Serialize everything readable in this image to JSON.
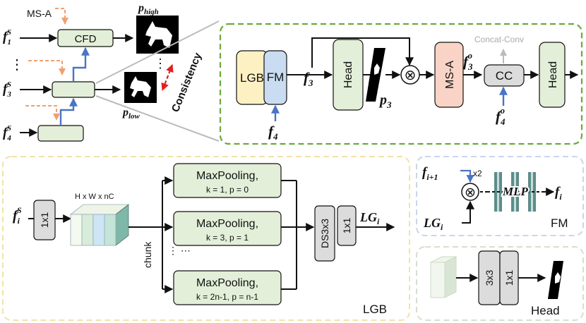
{
  "top_left": {
    "ms_a_label": "MS-A",
    "cfd_label": "CFD",
    "f1_label": "f",
    "f1_sub": "1",
    "f1_sup": "S",
    "f3_label": "f",
    "f3_sub": "3",
    "f3_sup": "S",
    "f4_label": "f",
    "f4_sub": "4",
    "f4_sup": "S",
    "ellipsis": "⋮",
    "p_high": "p",
    "p_high_sub": "high",
    "p_low": "p",
    "p_low_sub": "low",
    "consistency": "Consistency",
    "ellipsis2": "⋮"
  },
  "cfd_detail": {
    "lgb_label": "LGB",
    "fm_label": "FM",
    "f3_label": "f",
    "f3_sub": "3",
    "head_label": "Head",
    "p3_label": "p",
    "p3_sub": "3",
    "times": "⊗",
    "msa_label": "MS-A",
    "f3o_label": "f",
    "f3o_sub": "3",
    "f3o_sup": "o",
    "concat_conv": "Concat-Conv",
    "cc_label": "CC",
    "head2_label": "Head",
    "f4_label": "f",
    "f4_sub": "4",
    "f4o_label": "f",
    "f4o_sub": "4",
    "f4o_sup": "o"
  },
  "lgb": {
    "fi_label": "f",
    "fi_sub": "i",
    "fi_sup": "S",
    "conv1": "1x1",
    "tensor_label": "H x W x nC",
    "chunk": "chunk",
    "mp1_title": "MaxPooling,",
    "mp1_params": "k = 1, p = 0",
    "mp2_title": "MaxPooling,",
    "mp2_params": "k = 3, p = 1",
    "mp3_title": "MaxPooling,",
    "mp3_params": "k = 2n-1, p = n-1",
    "dots": "⋮ ⋯",
    "ds": "DS3x3",
    "conv2": "1x1",
    "lg_label": "LG",
    "lg_sub": "i",
    "name": "LGB"
  },
  "fm": {
    "fi1_label": "f",
    "fi1_sub": "i+1",
    "x2": "x2",
    "times": "⊗",
    "mlp": "MLP",
    "fi_label": "f",
    "fi_sub": "i",
    "lg_label": "LG",
    "lg_sub": "i",
    "name": "FM"
  },
  "head": {
    "conv3": "3x3",
    "conv1": "1x1",
    "name": "Head"
  },
  "colors": {
    "green_dash": "#6aaa3a",
    "yellow_dash": "#f2e2a8",
    "blue_dash": "#c9d6ea",
    "gray_dash": "#d6dfcf",
    "box_green": "#e3efd8",
    "box_yellow": "#fdf0c2",
    "box_blue": "#c9dcf1",
    "box_pink": "#f9d3c6",
    "box_gray": "#dcdcdc",
    "arrow_blue": "#4a74c4",
    "arrow_orange": "#f0a070",
    "arrow_red": "#e02020"
  }
}
